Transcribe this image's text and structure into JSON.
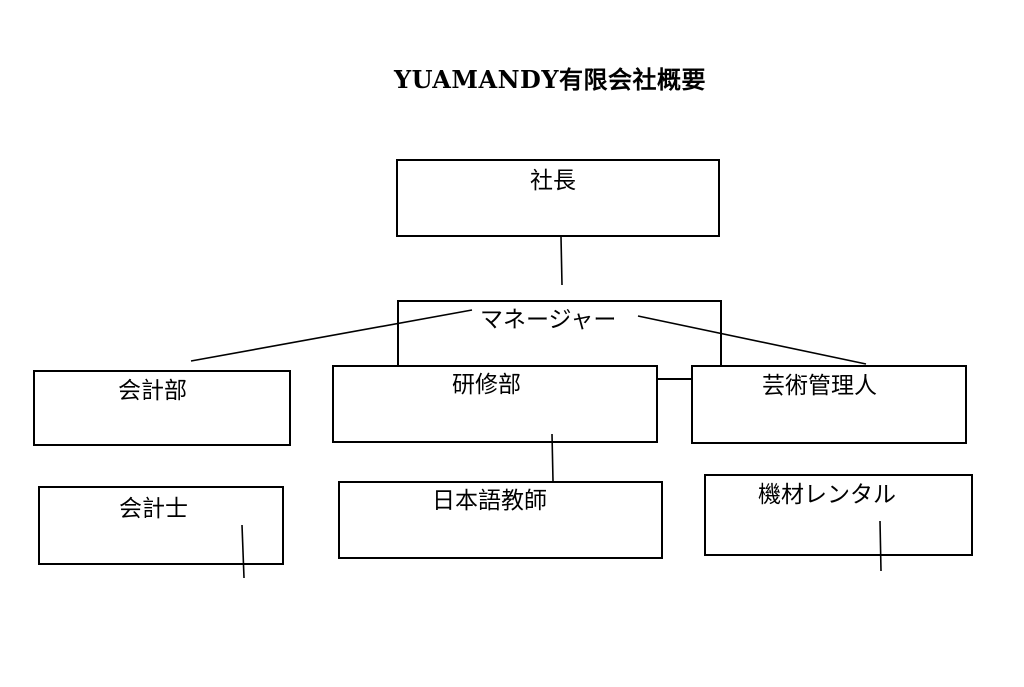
{
  "title": "YUAMANDY有限会社概要",
  "nodes": {
    "president": "社長",
    "manager": "マネージャー",
    "accounting_dept": "会計部",
    "training_dept": "研修部",
    "art_management": "芸術管理人",
    "accountant": "会計士",
    "japanese_teacher": "日本語教師",
    "equipment_rental": "機材レンタル"
  }
}
